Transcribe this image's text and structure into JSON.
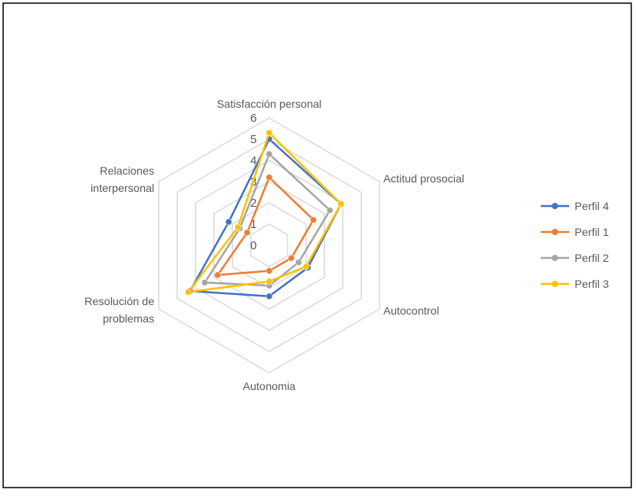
{
  "chart_data": {
    "type": "radar",
    "title": "",
    "axes": [
      "Satisfacción personal",
      "Actitud prosocial",
      "Autocontrol",
      "Autonomia",
      "Resolución de problemas",
      "Relaciones interpersonal"
    ],
    "axis_label_lines": [
      [
        "Satisfacción personal"
      ],
      [
        "Actitud prosocial"
      ],
      [
        "Autocontrol"
      ],
      [
        "Autonomia"
      ],
      [
        "Resolución de",
        "problemas"
      ],
      [
        "Relaciones",
        "interpersonal"
      ]
    ],
    "ticks": [
      "0",
      "1",
      "2",
      "3",
      "4",
      "5",
      "6"
    ],
    "range": [
      0,
      6
    ],
    "grid": true,
    "legend_position": "right",
    "series": [
      {
        "name": "Perfil 4",
        "color": "#4472C4",
        "values": [
          5.0,
          3.9,
          2.1,
          2.4,
          4.3,
          2.2
        ]
      },
      {
        "name": "Perfil 1",
        "color": "#ED7D31",
        "values": [
          3.2,
          2.4,
          1.2,
          1.2,
          2.8,
          1.2
        ]
      },
      {
        "name": "Perfil 2",
        "color": "#A5A5A5",
        "values": [
          4.3,
          3.3,
          1.6,
          1.9,
          3.5,
          1.6
        ]
      },
      {
        "name": "Perfil 3",
        "color": "#FFC000",
        "values": [
          5.3,
          3.9,
          2.0,
          1.7,
          4.4,
          1.7
        ]
      }
    ]
  }
}
